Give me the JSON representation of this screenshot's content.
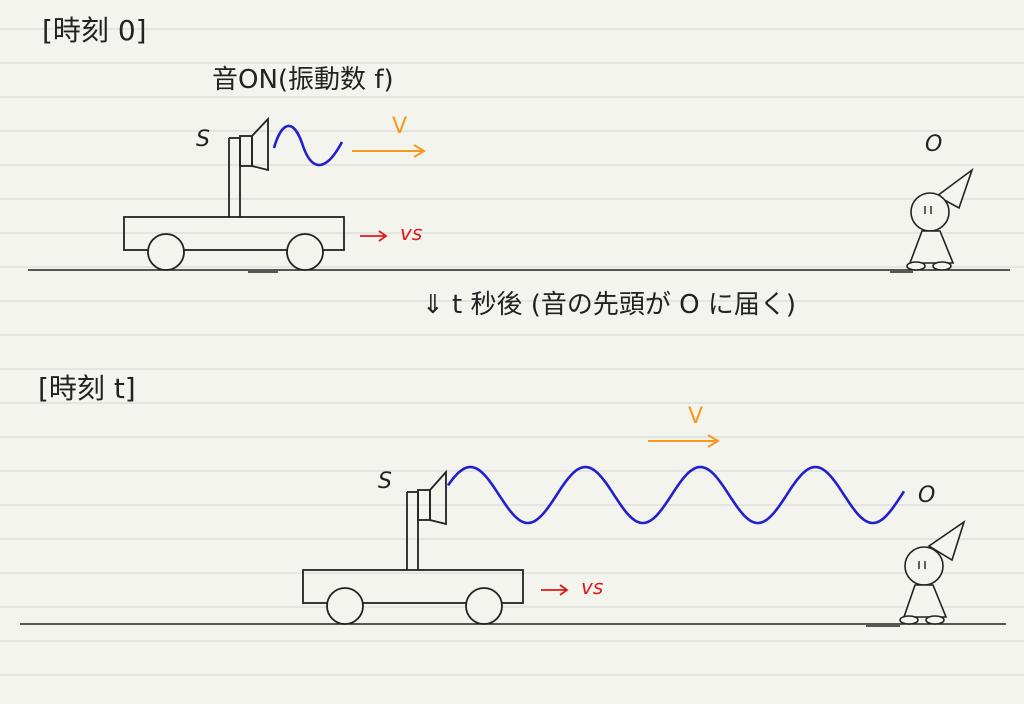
{
  "colors": {
    "paper": "#f4f4ee",
    "rule": "#d3d3d3",
    "ink": "#222222",
    "wave": "#2020cc",
    "sound_speed": "#f59a1e",
    "source_speed": "#e01818"
  },
  "scene_top": {
    "heading": "[時刻 0]",
    "sound_on_label": "音ON(振動数 f)",
    "source_label": "S",
    "sound_speed_label": "V",
    "source_speed_label": "vs",
    "observer_label": "O"
  },
  "transition_label": "⇓ t 秒後 (音の先頭が O に届く)",
  "scene_bottom": {
    "heading": "[時刻 t]",
    "source_label": "S",
    "sound_speed_label": "V",
    "source_speed_label": "vs",
    "observer_label": "O"
  }
}
